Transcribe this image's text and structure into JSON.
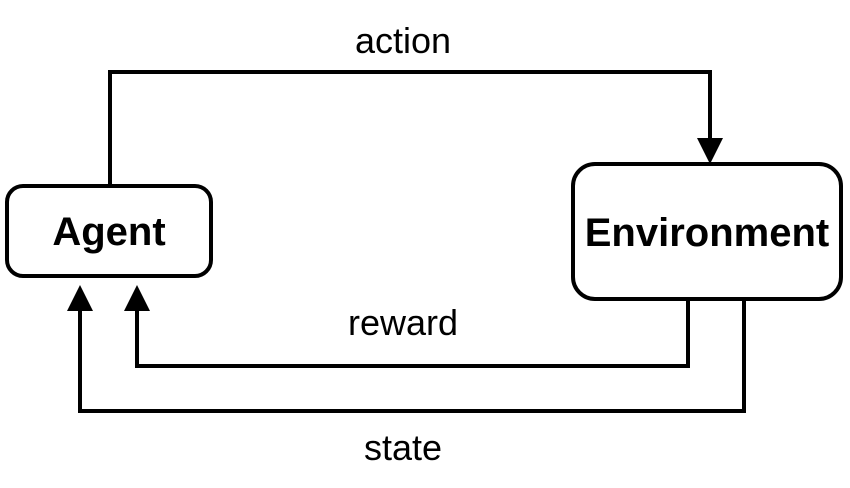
{
  "diagram": {
    "nodes": {
      "agent": {
        "label": "Agent"
      },
      "environment": {
        "label": "Environment"
      }
    },
    "edges": {
      "action": {
        "label": "action",
        "from": "agent",
        "to": "environment"
      },
      "reward": {
        "label": "reward",
        "from": "environment",
        "to": "agent"
      },
      "state": {
        "label": "state",
        "from": "environment",
        "to": "agent"
      }
    },
    "colors": {
      "stroke": "#000000",
      "background": "#ffffff"
    }
  }
}
